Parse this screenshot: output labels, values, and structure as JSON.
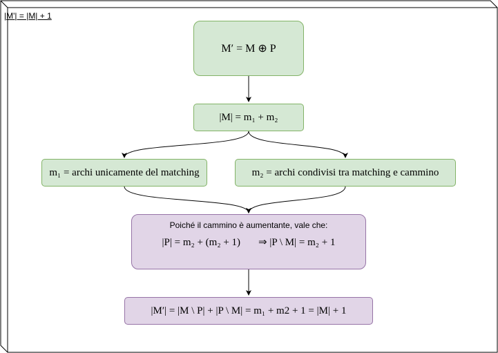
{
  "canvas": {
    "title": "|M'| = |M| + 1",
    "colors": {
      "green_fill": "#d5e8d4",
      "green_stroke": "#82b366",
      "purple_fill": "#e1d5e7",
      "purple_stroke": "#9673a6"
    }
  },
  "nodes": {
    "m_prime": "M′ = M ⊕ P",
    "m_card": "|M| = m₁ + m₂",
    "m1": "m₁ = archi unicamente del matching",
    "m2": "m₂ = archi condivisi tra matching e cammino",
    "poiche": {
      "intro": "Poiché il cammino è aumentante, vale che:",
      "formula_left": "|P| = m₂ + (m₂ + 1)",
      "formula_right": "⇒ |P \\ M| = m₂ + 1"
    },
    "result": "|M′| = |M \\ P| + |P \\ M| = m₁ + m2 + 1 = |M| + 1"
  }
}
